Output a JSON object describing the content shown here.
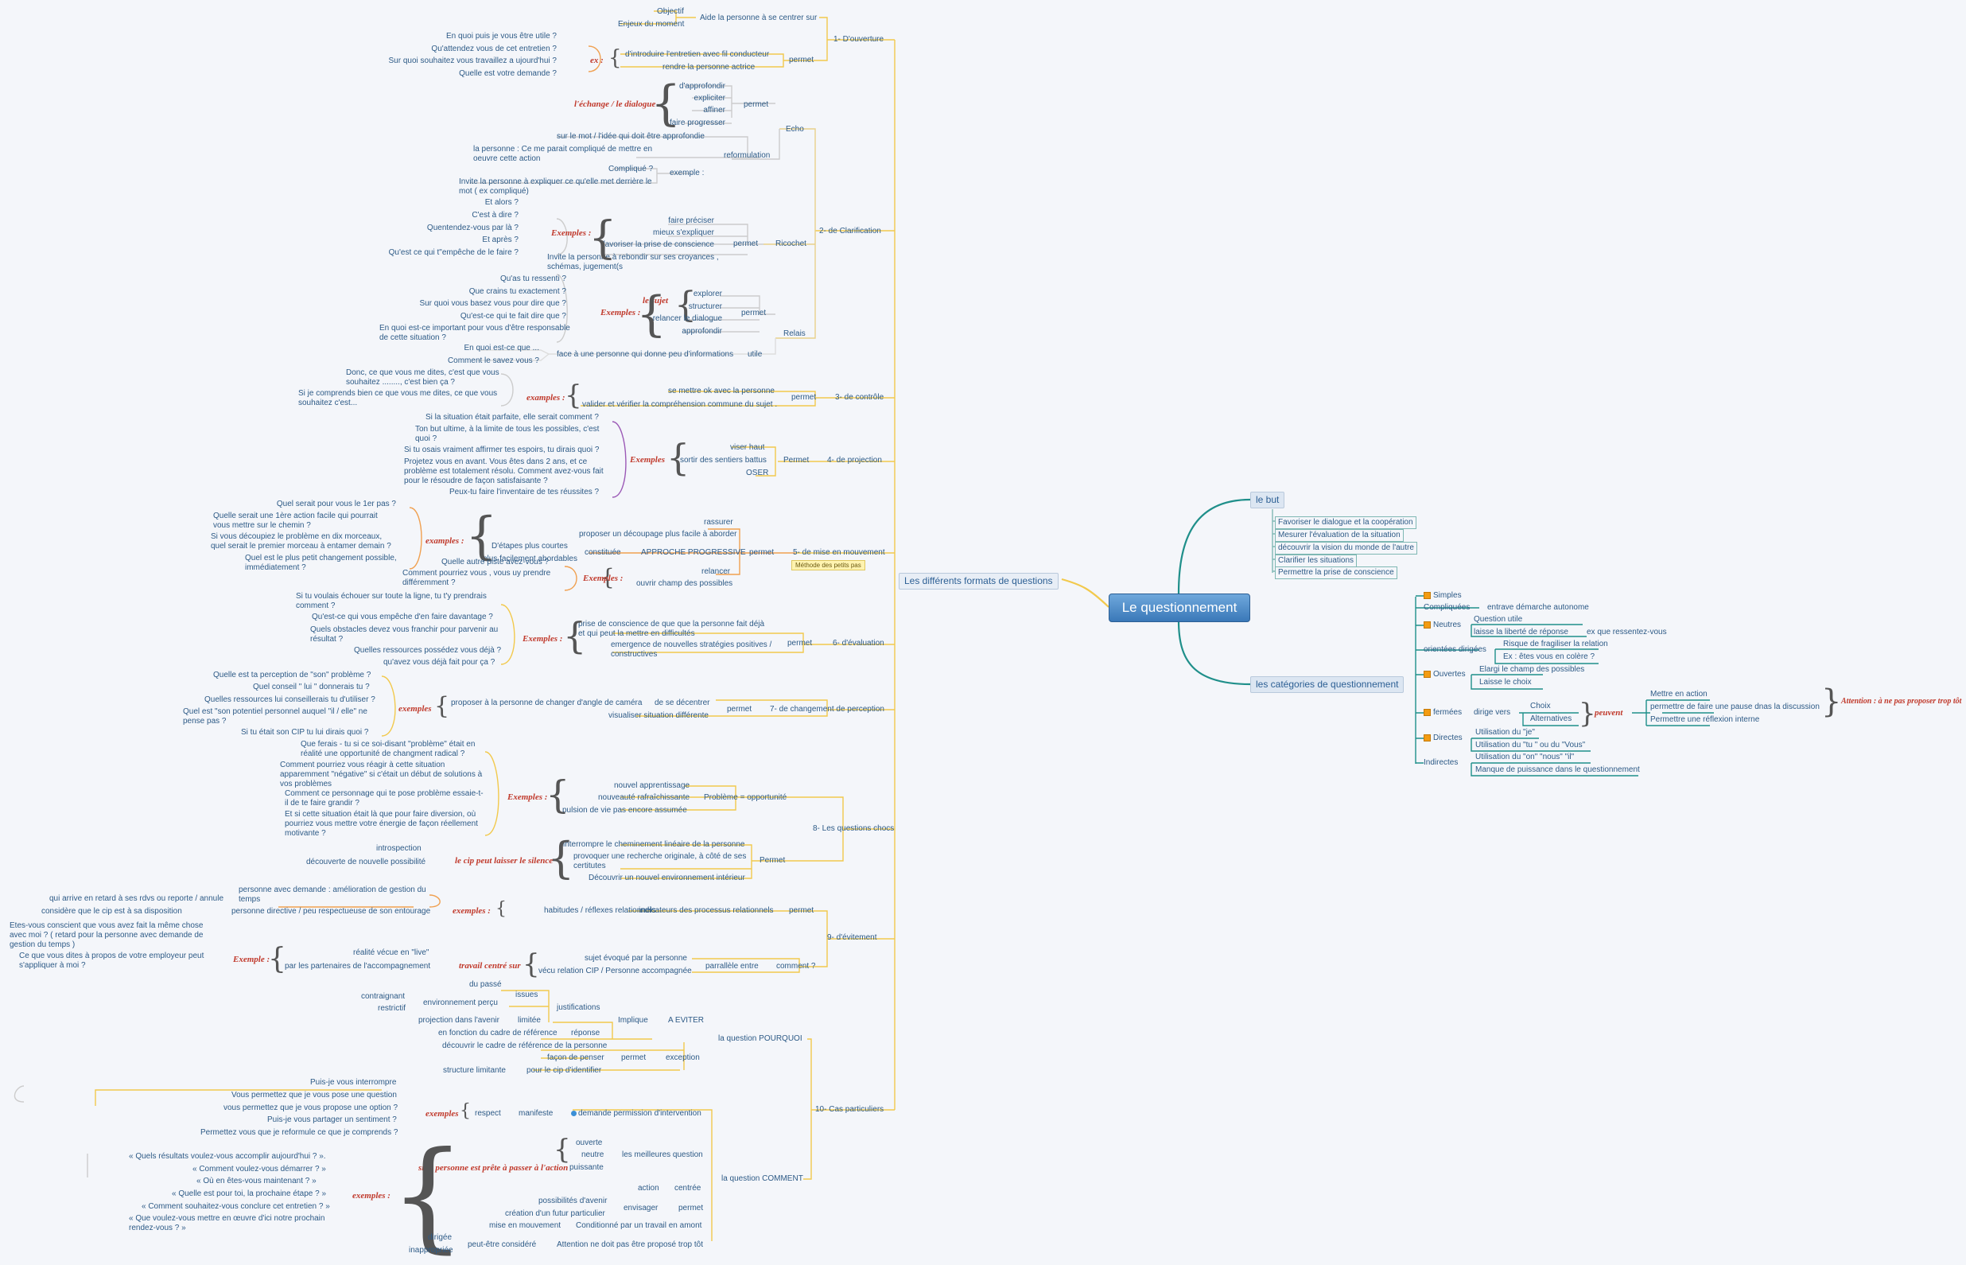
{
  "root": "Le questionnement",
  "but": {
    "title": "le but",
    "items": [
      "Favoriser le dialogue et la coopération",
      "Mesurer l'évaluation de la situation",
      "découvrir la vision du monde de l'autre",
      "Clarifier les situations",
      "Permettre la prise de conscience"
    ]
  },
  "categories": {
    "title": "les catégories de questionnement",
    "simples": "Simples",
    "compliquees": "Compliquées",
    "compliquees_note": "entrave démarche autonome",
    "neutres": "Neutres",
    "neutres_a": "Question utile",
    "neutres_b": "laisse la liberté de réponse",
    "neutres_ex": "ex que ressentez-vous",
    "orientees": "orientées dirigées",
    "orientees_a": "Risque de fragiliser la relation",
    "orientees_b": "Ex : êtes vous en colère ?",
    "ouvertes": "Ouvertes",
    "ouvertes_a": "Elargi le champ des possibles",
    "ouvertes_b": "Laisse le choix",
    "fermees": "fermées",
    "fermees_dirige": "dirige vers",
    "choix": "Choix",
    "alternatives": "Alternatives",
    "peuvent": "peuvent",
    "peuvent_items": [
      "Mettre en action",
      "permettre de faire une pause dnas la discussion",
      "Permettre une réflexion interne"
    ],
    "attention": "Attention : à ne pas proposer trop tôt",
    "directes": "Directes",
    "directes_a": "Utilisation du \"je\"",
    "directes_b": "Utilisation du \"tu \" ou du \"Vous\"",
    "indirectes": "Indirectes",
    "indirectes_a": "Utilisation du \"on\" \"nous\" \"il\"",
    "indirectes_b": "Manque de puissance dans le questionnement"
  },
  "formats": {
    "title": "Les différents formats de questions",
    "s1": {
      "title": "1- D'ouverture",
      "aide": "Aide la personne à se centrer sur",
      "objectif": "Objectif",
      "enjeux": "Enjeux du moment",
      "permet": "permet",
      "intro": "d'introduire l'entretien avec fil conducteur",
      "actrice": "rendre la personne actrice",
      "ex_label": "ex :",
      "examples": [
        "En quoi puis je vous être utile ?",
        "Qu'attendez vous de cet entretien ?",
        "Sur quoi souhaitez vous travaillez a        ujourd'hui ?",
        "Quelle est votre demande ?"
      ]
    },
    "s2": {
      "title": "2- de Clarification",
      "echo": "Echo",
      "echange": "l'échange / le dialogue",
      "echo_permet": "permet",
      "echo_items": [
        "d'approfondir",
        "expliciter",
        "affiner",
        "faire progresser"
      ],
      "sur_le_mot": "sur le mot / l'idée qui doit être approfondie",
      "reformulation": "reformulation",
      "personne": "la personne : Ce me parait compliqué de mettre en oeuvre cette action",
      "exemple": "exemple :",
      "complique": "Compliqué ?",
      "invite": "Invite la personne à expliquer ce qu'elle met derrière le mot ( ex compliqué)",
      "ricochet": "Ricochet",
      "ricochet_permet": "permet",
      "ricochet_items": [
        "faire préciser",
        "mieux s'expliquer",
        "favoriser la prise de conscience"
      ],
      "ricochet_invite": "Invite la personne à rebondir sur ses croyances , schémas, jugement(s",
      "exemples_label": "Exemples :",
      "ricochet_examples": [
        "Et alors ?",
        "C'est à dire ?",
        "Quentendez-vous par là ?",
        "Et après ?",
        "Qu'est ce qui t\"empêche de le faire ?"
      ],
      "relais": "Relais",
      "relais_permet": "permet",
      "le_sujet": "le sujet",
      "relais_items": [
        "explorer",
        "structurer",
        "relancer le dialogue",
        "approfondir"
      ],
      "relais_examples_label": "Exemples :",
      "relais_examples": [
        "Qu'as tu ressenti ?",
        "Que crains tu exactement ?",
        "Sur quoi vous basez vous pour dire que ?",
        "Qu'est-ce qui te fait dire que ?",
        "En quoi est-ce important pour vous d'être responsable de cette situation ?"
      ],
      "utile": "utile",
      "face": "face à une personne qui donne peu d'informations",
      "utile_examples": [
        "En quoi est-ce que ...",
        "Comment le savez vous ?"
      ]
    },
    "s3": {
      "title": "3- de contrôle",
      "permet": "permet",
      "items": [
        "se mettre ok avec la personne",
        "valider et vérifier la compréhension commune du sujet ."
      ],
      "examples_label": "examples :",
      "examples": [
        "Donc, ce que vous me dites, c'est que vous souhaitez ........, c'est bien ça ?",
        "Si je comprends bien ce que vous me dites, ce que vous souhaitez c'est..."
      ]
    },
    "s4": {
      "title": "4- de projection",
      "permet": "Permet",
      "sortir": "sortir des sentiers battus",
      "viser": "viser haut",
      "oser": "OSER",
      "examples_label": "Exemples",
      "examples": [
        "Si la situation était parfaite, elle serait comment ?",
        "Ton but ultime, à la limite de tous les possibles, c'est quoi ?",
        "Si tu osais vraiment affirmer tes espoirs, tu dirais quoi ?",
        "Projetez vous en avant. Vous êtes dans 2 ans, et ce problème est totalement résolu. Comment avez-vous fait pour le résoudre de façon satisfaisante ?",
        "Peux-tu faire l'inventaire de tes réussites ?"
      ]
    },
    "s5": {
      "title": "5- de mise en mouvement",
      "note": "Méthode des petits pas",
      "permet": "permet",
      "rassurer": "rassurer",
      "decoupage": "proposer un découpage plus facile à aborder",
      "approche": "APPROCHE PROGRESSIVE",
      "constituee": "constituée",
      "etapes": "D'étapes plus courtes",
      "abordables": "plus facilement abordables",
      "relancer": "relancer",
      "ouvrir": "ouvrir champ des possibles",
      "examples_label": "examples :",
      "examples": [
        "Quel serait pour vous le 1er pas ?",
        "Quelle serait une 1ère action facile qui pourrait vous mettre sur le chemin ?",
        "Si vous découpiez le problème en dix morceaux, quel serait le premier morceau à entamer demain ?",
        "Quel est le plus petit changement possible, immédiatement ?"
      ],
      "exemples2_label": "Exemples :",
      "examples2": [
        "Quelle autre piste avez-vous ?",
        "Comment pourriez vous , vous uy prendre différemment ?"
      ]
    },
    "s6": {
      "title": "6- d'évaluation",
      "permet": "permet",
      "items": [
        "prise de conscience de que que la personne fait déjà et qui peut la mettre en difficultés",
        "emergence de nouvelles stratégies positives / constructives"
      ],
      "examples_label": "Exemples :",
      "examples": [
        "Si tu voulais échouer sur toute la ligne, tu t'y prendrais comment ?",
        "Qu'est-ce qui vous empêche d'en faire davantage ?",
        "Quels obstacles devez vous franchir pour parvenir au résultat ?",
        "Quelles ressources possédez vous déjà ?",
        "qu'avez vous déjà fait pour ça ?"
      ]
    },
    "s7": {
      "title": "7- de changement de perception",
      "permet": "permet",
      "decentrer": "de se décentrer",
      "proposer": "proposer à la personne de changer d'angle de caméra",
      "visualiser": "visualiser situation différente",
      "examples_label": "exemples",
      "examples": [
        "Quelle est ta perception de \"son\" problème ?",
        "Quel conseil \" lui \" donnerais tu ?",
        "Quelles ressources lui conseillerais tu d'utiliser ?",
        "Quel est \"son potentiel personnel auquel \"il / elle\" ne pense pas ?",
        "Si tu était son CIP tu lui dirais quoi ?"
      ]
    },
    "s8": {
      "title": "8- Les questions chocs",
      "probleme": "Problème = opportunité",
      "prob_items": [
        "nouvel apprentissage",
        "nouveauté rafraîchissante",
        "pulsion de vie  pas encore assumée"
      ],
      "examples_label": "Exemples :",
      "examples": [
        "Que ferais - tu si ce soi-disant \"problème\" était en réalité une opportunité de changment radical ?",
        "Comment pourriez vous réagir à cette situation apparemment \"négative\" si c'était un début de solutions à vos problèmes",
        "Comment ce personnage qui te pose problème essaie-t-il de te faire grandir ?",
        "Et si cette situation était là que pour faire diversion, où pourriez vous mettre votre énergie de façon réellement motivante ?"
      ],
      "permet": "Permet",
      "permet_items": [
        "interrompre le cheminement linéaire de la personne",
        "provoquer une recherche originale, à côté de ses certitutes",
        "Découvrir un nouvel environnement intérieur"
      ],
      "silence": "le cip peut laisser le silence",
      "introspection": "introspection",
      "decouverte": "découverte de nouvelle possibilité"
    },
    "s9": {
      "title": "9- d'évitement",
      "permet": "permet",
      "indicateurs": "indicateurs des processus relationnels",
      "habitudes": "habitudes / réflexes relationnels",
      "examples_label": "exemples :",
      "pers_demande": "personne avec demande : amélioration de gestion du temps",
      "pers_directive": "personne directive / peu respectueuse de son entourage",
      "retard": "qui arrive en retard à ses rdvs ou reporte / annule",
      "considere": "considère que le cip est à sa disposition",
      "comment": "comment ?",
      "parallele": "parrallèle entre",
      "sujet": "sujet évoqué par la personne",
      "vecu": "vécu relation CIP / Personne accompagnée",
      "travail": "travail centré sur",
      "realite": "réalité vécue en \"live\"",
      "partenaires": "par les partenaires de l'accompagnement",
      "exemple_label": "Exemple :",
      "ex1": "Etes-vous conscient que vous avez fait la même chose avec moi ? ( retard  pour la personne avec demande de gestion du temps )",
      "ex2": "Ce que vous dites à propos de votre employeur peut s'appliquer à moi ?"
    },
    "s10": {
      "title": "10- Cas particuliers",
      "pourquoi": "la question POURQUOI",
      "a_eviter": "A EVITER",
      "implique": "Implique",
      "justifications": "justifications",
      "issues": "issues",
      "du_passe": "du passé",
      "env": "environnement perçu",
      "contraignant": "contraignant",
      "restrictif": "restrictif",
      "reponse": "réponse",
      "limitee": "limitée",
      "projection": "projection dans l'avenir",
      "cadre": "en fonction du cadre de référence",
      "exception": "exception",
      "permet": "permet",
      "decouvrir": "découvrir le cadre de référence de la personne",
      "facon": "façon de penser",
      "identifier": "pour le cip d'identifier",
      "structure": "structure limitante",
      "comment": "la question COMMENT",
      "demande": "demande permission d'intervention",
      "manifeste": "manifeste",
      "respect": "respect",
      "examples_label": "exemples",
      "respect_examples": [
        "Puis-je vous interrompre",
        "Vous permettez que je vous pose une question",
        "vous permettez que je vous propose une option ?",
        "Puis-je vous partager un sentiment ?",
        "Permettez vous que je reformule ce que je comprends ?"
      ],
      "meilleures": "les meilleures question",
      "mq": [
        "ouverte",
        "neutre",
        "puissante"
      ],
      "passer": "si la personne est prête à passer à l'action",
      "passer_label": "exemples :",
      "passer_examples": [
        "« Quels résultats voulez-vous accomplir aujourd'hui ? ».",
        "« Comment voulez-vous démarrer ? »",
        "« Où en êtes-vous maintenant ? »",
        "« Quelle est pour toi, la prochaine étape ? »",
        "« Comment souhaitez-vous conclure cet entretien ? »",
        "« Que voulez-vous mettre en œuvre d'ici notre prochain rendez-vous ? »"
      ],
      "centree": "centrée",
      "action": "action",
      "c_permet": "permet",
      "envisager": "envisager",
      "possibilites": "possibilités d'avenir",
      "creation": "création d'un futur particulier",
      "conditionne": "Conditionné par un travail en amont",
      "mise": "mise en mouvement",
      "attention": "Attention ne doit pas être proposé trop tôt",
      "peut_etre": "peut-être considéré",
      "dirigee": "dirigée",
      "inappropriee": "inappropriée"
    }
  },
  "colors": {
    "root": "#3a78b8",
    "teal": "#1f8f8a",
    "yellow": "#f2c94c",
    "orange": "#f0a050",
    "purple": "#9b59b6",
    "green": "#8fbf6f",
    "red": "#c0392b"
  }
}
